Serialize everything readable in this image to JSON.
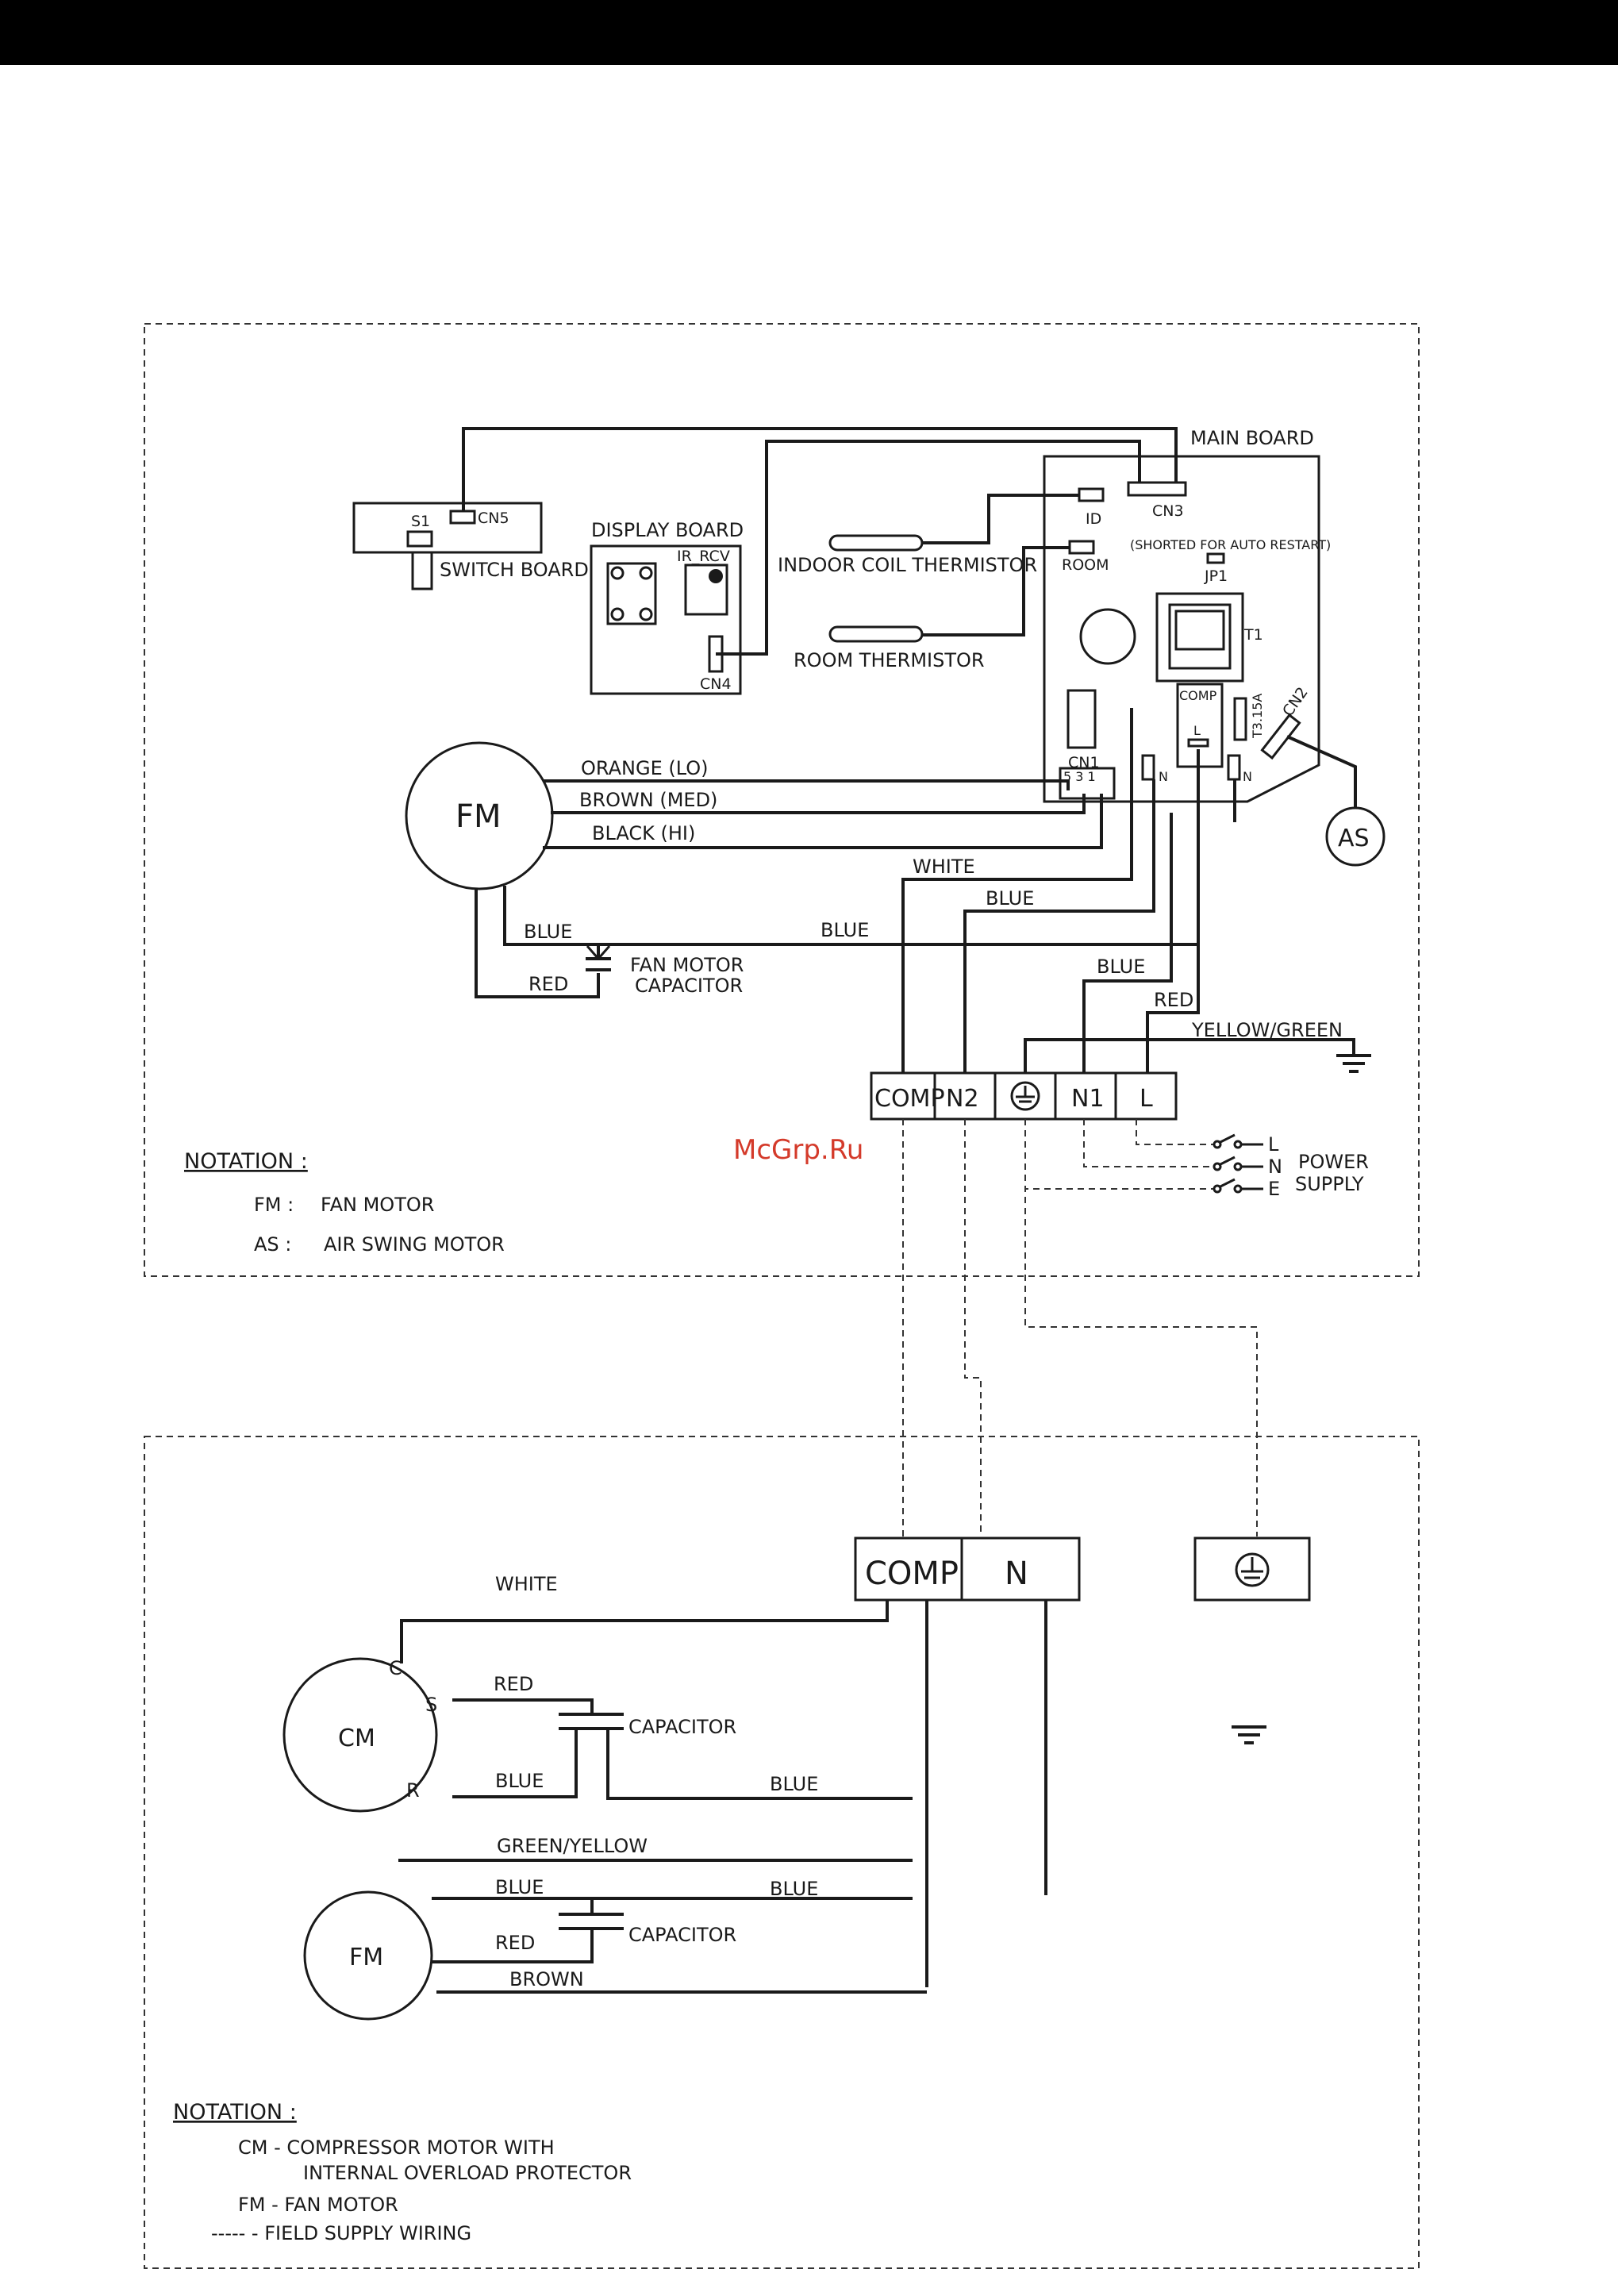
{
  "watermark": "McGrp.Ru",
  "indoor": {
    "main_board": "MAIN BOARD",
    "switch_board": "SWITCH BOARD",
    "s1": "S1",
    "cn5": "CN5",
    "display_board": "DISPLAY BOARD",
    "ir_rcv": "IR_RCV",
    "cn4": "CN4",
    "cn3": "CN3",
    "id": "ID",
    "room": "ROOM",
    "shorted_note": "(SHORTED FOR AUTO RESTART)",
    "jp1": "JP1",
    "t1": "T1",
    "comp": "COMP",
    "l": "L",
    "fuse": "T3.15A",
    "cn2": "CN2",
    "cn1": "CN1",
    "cn1_pins": "5  3  1",
    "n": "N",
    "indoor_coil_thermistor": "INDOOR COIL THERMISTOR",
    "room_thermistor": "ROOM THERMISTOR",
    "fm": "FM",
    "as": "AS",
    "wire_orange": "ORANGE (LO)",
    "wire_brown": "BROWN (MED)",
    "wire_black": "BLACK (HI)",
    "wire_white": "WHITE",
    "wire_blue": "BLUE",
    "wire_red": "RED",
    "wire_yellow_green": "YELLOW/GREEN",
    "fan_motor_capacitor_1": "FAN MOTOR",
    "fan_motor_capacitor_2": "CAPACITOR",
    "terminals": [
      "COMP",
      "N2",
      "",
      "N1",
      "L"
    ],
    "power_l": "L",
    "power_n": "N",
    "power_e": "E",
    "power_supply_1": "POWER",
    "power_supply_2": "SUPPLY",
    "notation_title": "NOTATION :",
    "notation_fm_key": "FM :",
    "notation_fm": "FAN MOTOR",
    "notation_as_key": "AS :",
    "notation_as": "AIR SWING MOTOR"
  },
  "outdoor": {
    "terminal_comp": "COMP",
    "terminal_n": "N",
    "wire_white": "WHITE",
    "cm": "CM",
    "c": "C",
    "s": "S",
    "r": "R",
    "wire_red": "RED",
    "wire_blue": "BLUE",
    "capacitor": "CAPACITOR",
    "wire_green_yellow": "GREEN/YELLOW",
    "wire_brown": "BROWN",
    "fm": "FM",
    "notation_title": "NOTATION :",
    "notation_cm_1": "CM  -  COMPRESSOR MOTOR WITH",
    "notation_cm_2": "INTERNAL OVERLOAD PROTECTOR",
    "notation_fm": "FM  -  FAN MOTOR",
    "notation_field": "-----  -  FIELD SUPPLY WIRING"
  }
}
